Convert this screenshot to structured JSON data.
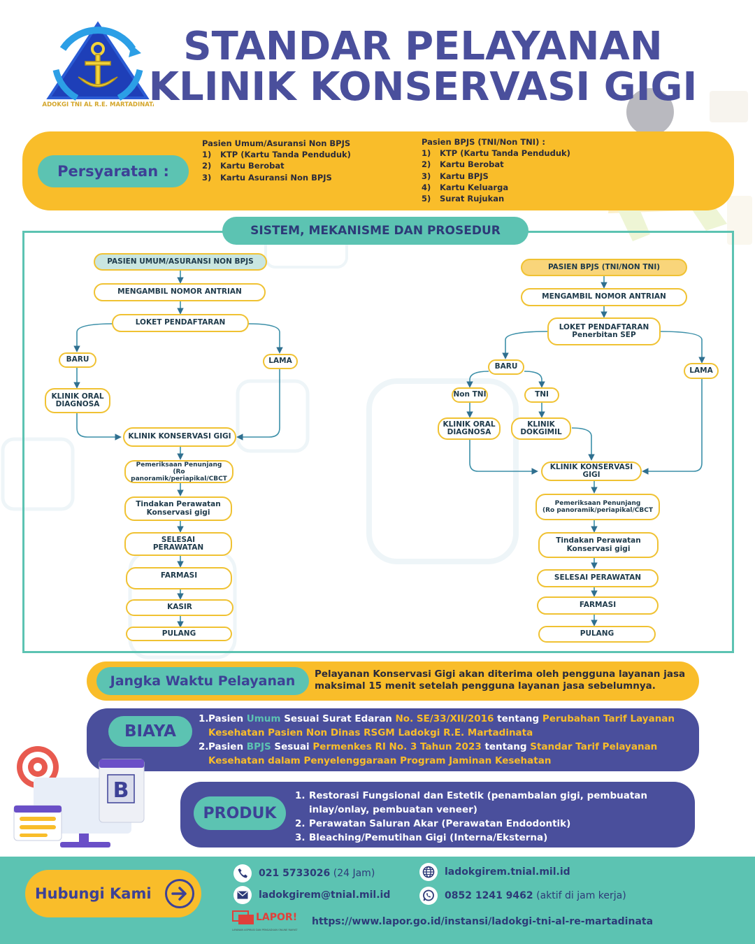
{
  "header": {
    "logo_text": "LADOKGI TNI AL R.E. MARTADINATA",
    "title_line1": "STANDAR PELAYANAN",
    "title_line2": "KLINIK KONSERVASI GIGI"
  },
  "requirements": {
    "label": "Persyaratan :",
    "general": {
      "heading": "Pasien Umum/Asuransi Non BPJS",
      "items": [
        {
          "num": "1)",
          "text": "KTP (Kartu Tanda Penduduk)"
        },
        {
          "num": "2)",
          "text": "Kartu Berobat"
        },
        {
          "num": "3)",
          "text": "Kartu Asuransi Non BPJS"
        }
      ]
    },
    "bpjs": {
      "heading": "Pasien BPJS (TNI/Non TNI) :",
      "items": [
        {
          "num": "1)",
          "text": "KTP (Kartu Tanda Penduduk)"
        },
        {
          "num": "2)",
          "text": "Kartu Berobat"
        },
        {
          "num": "3)",
          "text": "Kartu BPJS"
        },
        {
          "num": "4)",
          "text": "Kartu Keluarga"
        },
        {
          "num": "5)",
          "text": "Surat Rujukan"
        }
      ]
    }
  },
  "flow": {
    "title": "SISTEM, MEKANISME DAN PROSEDUR",
    "left": {
      "start": "PASIEN UMUM/ASURANSI NON BPJS",
      "queue": "MENGAMBIL NOMOR ANTRIAN",
      "registration": "LOKET PENDAFTARAN",
      "new": "BARU",
      "old": "LAMA",
      "oral": "KLINIK ORAL\nDIAGNOSA",
      "clinic": "KLINIK KONSERVASI GIGI",
      "exam": "Pemeriksaan Penunjang\n(Ro panoramik/periapikal/CBCT",
      "treatment": "Tindakan Perawatan\nKonservasi gigi",
      "done": "SELESAI\nPERAWATAN",
      "pharmacy": "FARMASI",
      "cashier": "KASIR",
      "home": "PULANG"
    },
    "right": {
      "start": "PASIEN BPJS (TNI/NON TNI)",
      "queue": "MENGAMBIL NOMOR ANTRIAN",
      "registration": "LOKET PENDAFTARAN\nPenerbitan SEP",
      "new": "BARU",
      "old": "LAMA",
      "non_tni": "Non TNI",
      "tni": "TNI",
      "oral": "KLINIK ORAL\nDIAGNOSA",
      "dokgimil": "KLINIK\nDOKGIMIL",
      "clinic": "KLINIK KONSERVASI GIGI",
      "exam": "Pemeriksaan Penunjang\n(Ro panoramik/periapikal/CBCT",
      "treatment": "Tindakan Perawatan\nKonservasi gigi",
      "done": "SELESAI PERAWATAN",
      "pharmacy": "FARMASI",
      "home": "PULANG"
    }
  },
  "service_time": {
    "label": "Jangka Waktu Pelayanan",
    "text": "Pelayanan Konservasi Gigi akan diterima oleh pengguna layanan jasa maksimal 15 menit setelah pengguna layanan jasa sebelumnya."
  },
  "cost": {
    "label": "BIAYA",
    "item1": {
      "num": "1.",
      "p1": "Pasien ",
      "p2": "Umum",
      "p3": " Sesuai Surat Edaran ",
      "p4": "No. SE/33/XII/2016",
      "p5": " tentang ",
      "p6": "Perubahan Tarif Layanan Kesehatan Pasien Non Dinas RSGM Ladokgi R.E. Martadinata"
    },
    "item2": {
      "num": "2.",
      "p1": "Pasien ",
      "p2": "BPJS",
      "p3": " Sesuai ",
      "p4": "Permenkes RI No. 3 Tahun 2023",
      "p5": " tentang ",
      "p6": "Standar Tarif Pelayanan Kesehatan dalam Penyelenggaraan Program Jaminan Kesehatan"
    }
  },
  "product": {
    "label": "PRODUK",
    "items": [
      {
        "num": "1.",
        "text": "Restorasi Fungsional dan Estetik (penambalan gigi, pembuatan inlay/onlay, pembuatan veneer)"
      },
      {
        "num": "2.",
        "text": "Perawatan Saluran Akar (Perawatan Endodontik)"
      },
      {
        "num": "3.",
        "text": "Bleaching/Pemutihan Gigi (Interna/Eksterna)"
      }
    ]
  },
  "contact": {
    "label": "Hubungi Kami",
    "phone": "021 5733026",
    "phone_note": "(24 Jam)",
    "website": "ladokgirem.tnial.mil.id",
    "email": "ladokgirem@tnial.mil.id",
    "whatsapp": "0852 1241 9462",
    "whatsapp_note": "(aktif di jam kerja)",
    "lapor_logo": "LAPOR!",
    "lapor_tagline": "LAYANAN ASPIRASI DAN PENGADUAN ONLINE RAKYAT",
    "lapor_url": "https://www.lapor.go.id/instansi/ladokgi-tni-al-re-martadinata"
  },
  "colors": {
    "navy": "#4a4f9c",
    "gold": "#f9bd2a",
    "teal": "#5cc3b2"
  }
}
